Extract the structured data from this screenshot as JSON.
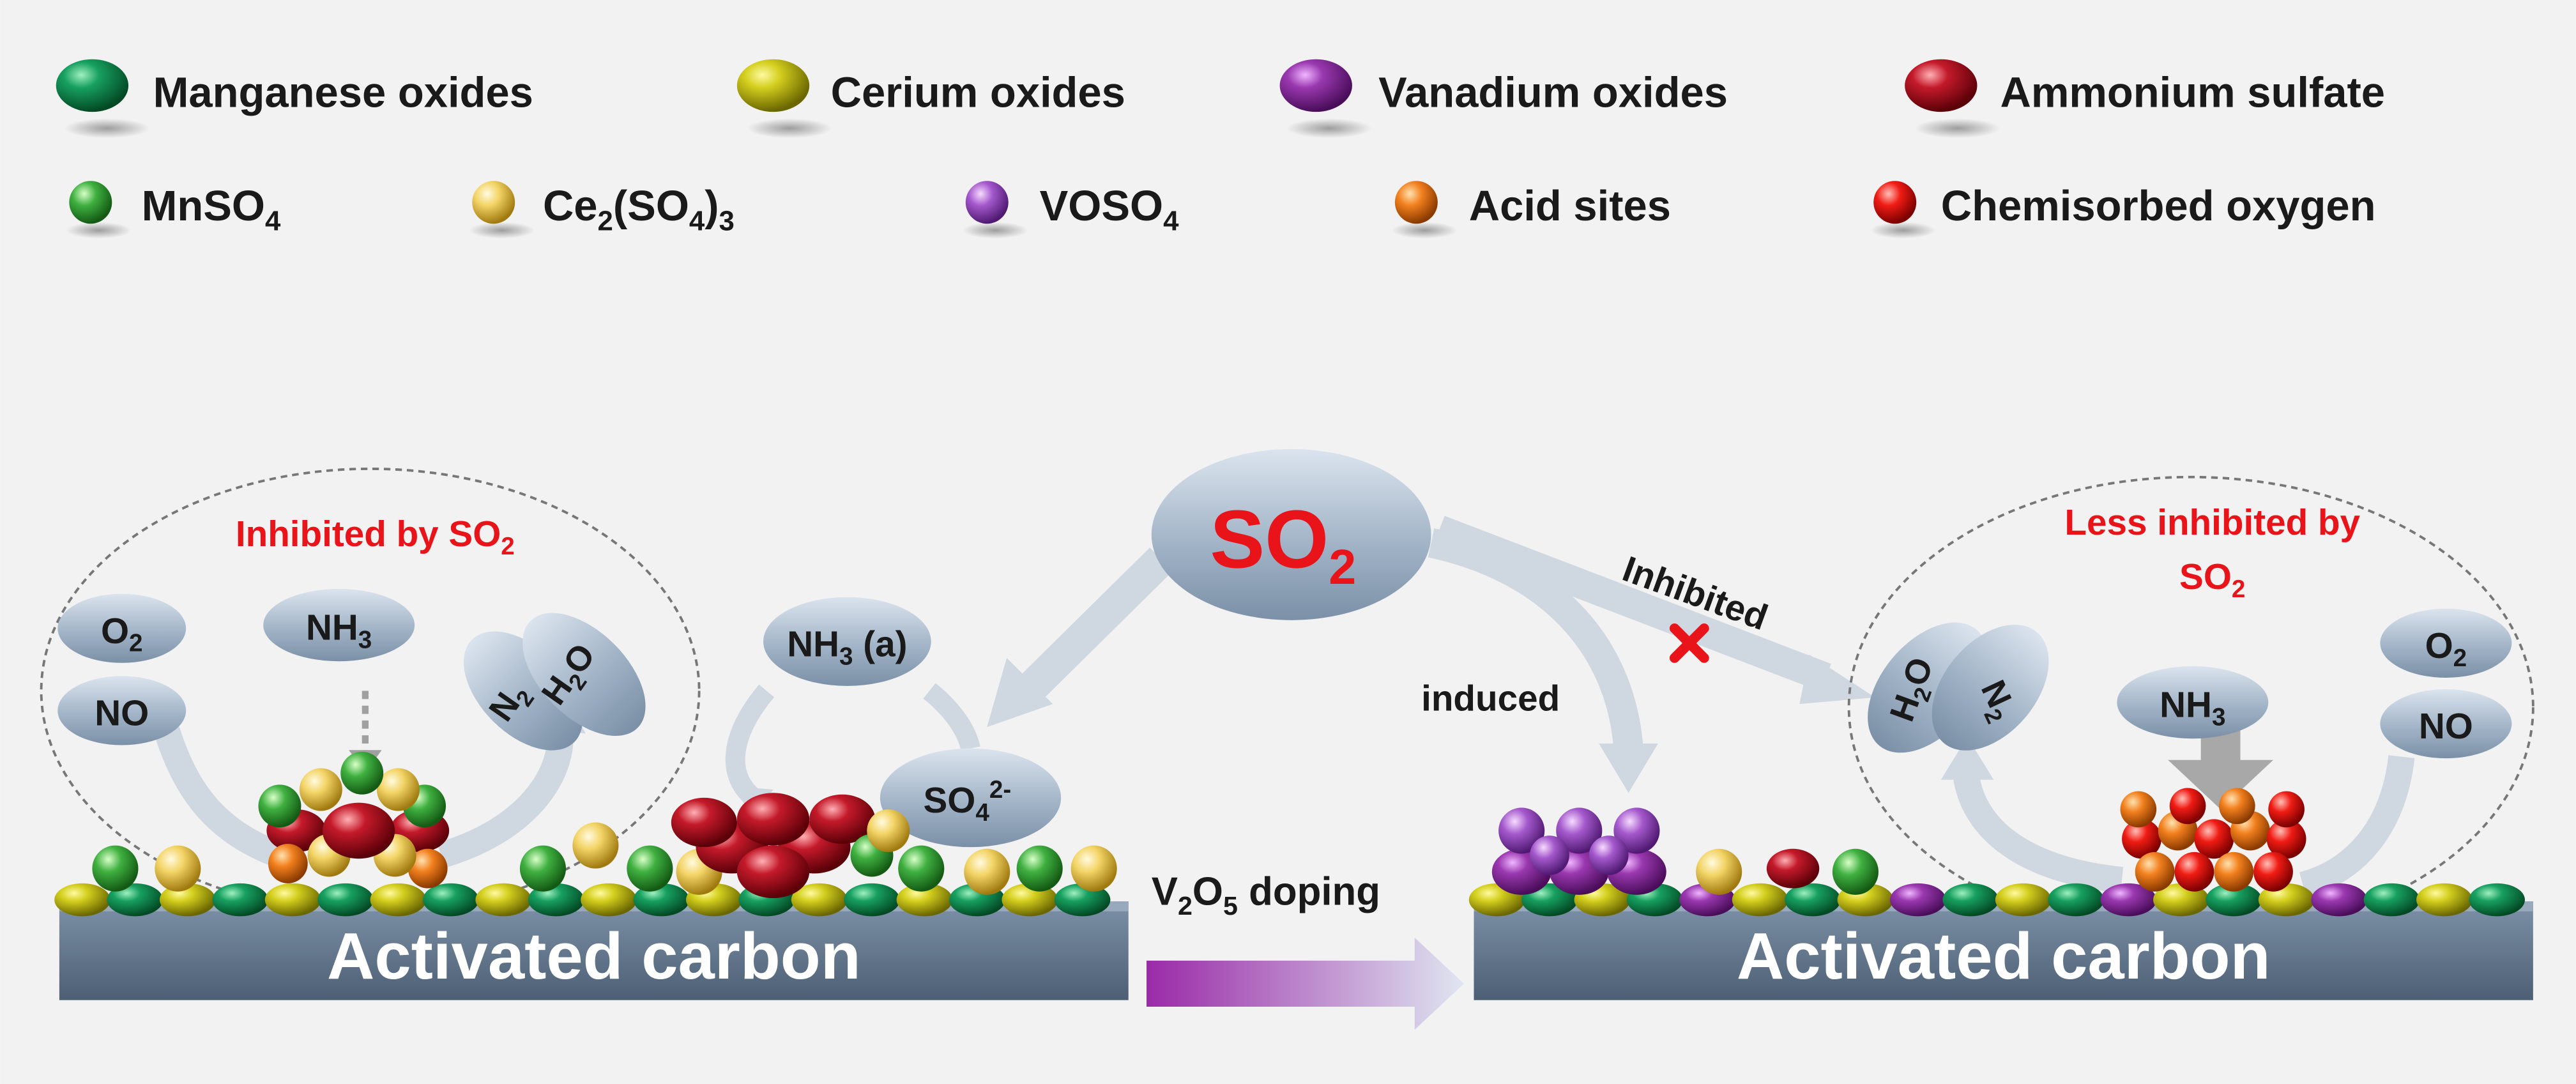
{
  "colors": {
    "background": "#f2f2f2",
    "accent_red": "#e8141a",
    "manganese": "#0e7a45",
    "cerium": "#c6c21a",
    "vanadium": "#8a2a9c",
    "ammonium_sulfate": "#b3121f",
    "mnso4": "#3aa63a",
    "ce2so4": "#f0cf5c",
    "voso4": "#a050c8",
    "acid_sites": "#f07a20",
    "chem_oxygen": "#ee1a10",
    "carbon_bar": "#5f7288",
    "ellipse_fill": "#8fa4bb"
  },
  "legend": {
    "row1": [
      {
        "label": "Manganese oxides",
        "color_key": "manganese"
      },
      {
        "label": "Cerium oxides",
        "color_key": "cerium"
      },
      {
        "label": "Vanadium oxides",
        "color_key": "vanadium"
      },
      {
        "label": "Ammonium sulfate",
        "color_key": "ammonium_sulfate"
      }
    ],
    "row2": [
      {
        "label": "MnSO",
        "sub": "4",
        "color_key": "mnso4"
      },
      {
        "label": "Ce",
        "sub1": "2",
        "mid": "(SO",
        "sub2": "4",
        "tail": ")",
        "sub3": "3",
        "color_key": "ce2so4"
      },
      {
        "label": "VOSO",
        "sub": "4",
        "color_key": "voso4"
      },
      {
        "label": "Acid sites",
        "color_key": "acid_sites"
      },
      {
        "label": "Chemisorbed oxygen",
        "color_key": "chem_oxygen"
      }
    ]
  },
  "left_panel": {
    "title_main": "Inhibited by SO",
    "title_sub": "2",
    "o2": {
      "main": "O",
      "sub": "2"
    },
    "no": "NO",
    "nh3": {
      "main": "NH",
      "sub": "3"
    },
    "n2": {
      "main": "N",
      "sub": "2"
    },
    "h2o": {
      "main": "H",
      "sub": "2",
      "tail": "O"
    },
    "nh3a": {
      "main": "NH",
      "sub": "3",
      "tail": " (a)"
    },
    "so4": {
      "main": "SO",
      "sub": "4",
      "sup": "2-"
    },
    "carbon_label": "Activated carbon"
  },
  "center": {
    "so2": {
      "main": "SO",
      "sub": "2"
    },
    "doping": {
      "main": "V",
      "sub1": "2",
      "mid": "O",
      "sub2": "5",
      "tail": " doping"
    },
    "induced": "induced",
    "inhibited": "Inhibited",
    "cross_icon": "cross-icon"
  },
  "right_panel": {
    "title_line1": "Less inhibited by",
    "title_line2_main": "SO",
    "title_line2_sub": "2",
    "h2o": {
      "main": "H",
      "sub": "2",
      "tail": "O"
    },
    "n2": {
      "main": "N",
      "sub": "2"
    },
    "nh3": {
      "main": "NH",
      "sub": "3"
    },
    "o2": {
      "main": "O",
      "sub": "2"
    },
    "no": "NO",
    "carbon_label": "Activated carbon"
  }
}
